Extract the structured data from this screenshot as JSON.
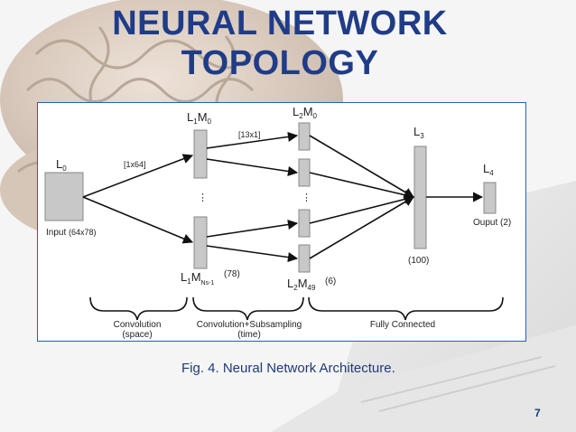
{
  "slide": {
    "title_line1": "NEURAL NETWORK",
    "title_line2": "TOPOLOGY",
    "caption": "Fig. 4. Neural Network Architecture.",
    "page_number": "7",
    "accent_color": "#1f3c88"
  },
  "diagram": {
    "input_layer": {
      "name": "L",
      "sub": "0",
      "label": "Input",
      "size": "(64x78)"
    },
    "layer1": {
      "top_name": "L",
      "top_sub1": "1",
      "top_mid": "M",
      "top_sub2": "0",
      "bottom_name": "L",
      "bottom_sub1": "1",
      "bottom_mid": "M",
      "bottom_sub2": "Ns-1",
      "count": "(78)",
      "ellipsis": "⋮"
    },
    "layer2": {
      "top_name": "L",
      "top_sub1": "2",
      "top_mid": "M",
      "top_sub2": "0",
      "bottom_name": "L",
      "bottom_sub1": "2",
      "bottom_mid": "M",
      "bottom_sub2": "49",
      "count": "(6)",
      "ellipsis": "⋮"
    },
    "layer3": {
      "name": "L",
      "sub": "3",
      "count": "(100)"
    },
    "layer4": {
      "name": "L",
      "sub": "4",
      "label": "Ouput",
      "count": "(2)"
    },
    "kernel_labels": {
      "conv1": "[1x64]",
      "conv2": "[13x1]"
    },
    "groups": {
      "convolution_line1": "Convolution",
      "convolution_line2": "(space)",
      "subsampling_line1": "Convolution+Subsampling",
      "subsampling_line2": "(time)",
      "fully_connected": "Fully Connected"
    }
  }
}
